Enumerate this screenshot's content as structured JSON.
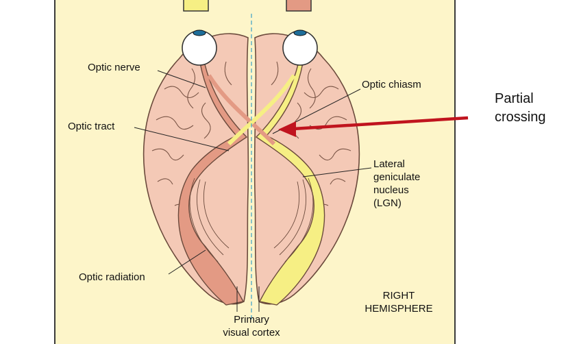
{
  "labels": {
    "optic_nerve": "Optic nerve",
    "optic_tract": "Optic tract",
    "optic_radiation": "Optic radiation",
    "optic_chiasm": "Optic chiasm",
    "lgn_line1": "Lateral",
    "lgn_line2": "geniculate",
    "lgn_line3": "nucleus",
    "lgn_line4": "(LGN)",
    "cortex_line1": "Primary",
    "cortex_line2": "visual cortex",
    "hemi_line1": "RIGHT",
    "hemi_line2": "HEMISPHERE"
  },
  "callout": {
    "line1": "Partial",
    "line2": "crossing"
  },
  "colors": {
    "background": "#fdf5c9",
    "brain": "#f4c9b6",
    "brain_outline": "#6b4a3c",
    "left_pathway": "#e39a84",
    "right_pathway": "#f6ef84",
    "arrow": "#c0141e",
    "midline": "#3aa0c8",
    "eye": "#ffffff"
  }
}
